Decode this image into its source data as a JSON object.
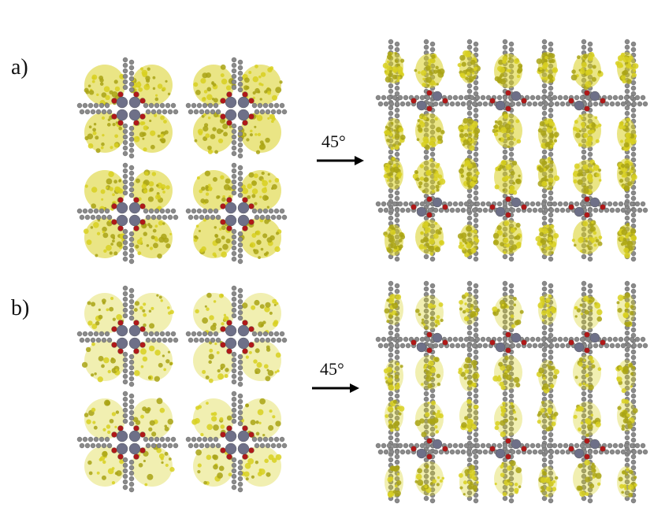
{
  "rows": [
    {
      "label": "a)",
      "rotation": "45°"
    },
    {
      "label": "b)",
      "rotation": "45°"
    }
  ],
  "colors": {
    "carbon": "#8a8a8a",
    "oxygen": "#b01818",
    "metal": "#6e7088",
    "density": "#d8d020",
    "density_dark": "#a9a315",
    "arrow": "#000000"
  },
  "icons": {
    "arrow": "right-arrow-icon"
  }
}
